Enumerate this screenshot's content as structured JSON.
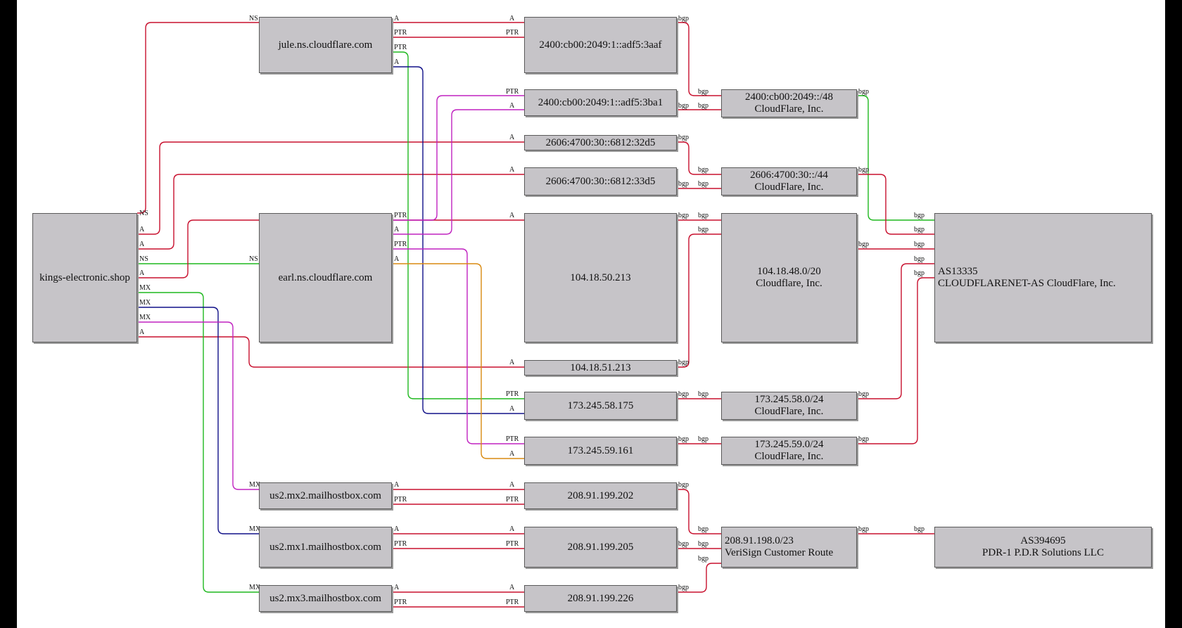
{
  "colors": {
    "red": "#c8102e",
    "green": "#1fb81f",
    "navy": "#101088",
    "magenta": "#c022c0",
    "orange": "#d98a10"
  },
  "nodes": [
    {
      "id": "kings",
      "label": "kings-electronic.shop"
    },
    {
      "id": "jule",
      "label": "jule.ns.cloudflare.com"
    },
    {
      "id": "earl",
      "label": "earl.ns.cloudflare.com"
    },
    {
      "id": "mx2",
      "label": "us2.mx2.mailhostbox.com"
    },
    {
      "id": "mx1",
      "label": "us2.mx1.mailhostbox.com"
    },
    {
      "id": "mx3",
      "label": "us2.mx3.mailhostbox.com"
    },
    {
      "id": "ip6a",
      "label": "2400:cb00:2049:1::adf5:3aaf"
    },
    {
      "id": "ip6b",
      "label": "2400:cb00:2049:1::adf5:3ba1"
    },
    {
      "id": "ip6c",
      "label": "2606:4700:30::6812:32d5"
    },
    {
      "id": "ip6d",
      "label": "2606:4700:30::6812:33d5"
    },
    {
      "id": "ip50",
      "label": "104.18.50.213"
    },
    {
      "id": "ip51",
      "label": "104.18.51.213"
    },
    {
      "id": "ip175",
      "label": "173.245.58.175"
    },
    {
      "id": "ip161",
      "label": "173.245.59.161"
    },
    {
      "id": "ip202",
      "label": "208.91.199.202"
    },
    {
      "id": "ip205",
      "label": "208.91.199.205"
    },
    {
      "id": "ip226",
      "label": "208.91.199.226"
    },
    {
      "id": "net2400",
      "label": "2400:cb00:2049::/48\nCloudFlare, Inc."
    },
    {
      "id": "net2606",
      "label": "2606:4700:30::/44\nCloudFlare, Inc."
    },
    {
      "id": "net104",
      "label": "104.18.48.0/20\nCloudflare, Inc."
    },
    {
      "id": "net173a",
      "label": "173.245.58.0/24\nCloudFlare, Inc."
    },
    {
      "id": "net173b",
      "label": "173.245.59.0/24\nCloudFlare, Inc."
    },
    {
      "id": "net208",
      "label": "208.91.198.0/23\nVeriSign Customer Route"
    },
    {
      "id": "as13335",
      "label": "AS13335\nCLOUDFLARENET-AS CloudFlare, Inc."
    },
    {
      "id": "as394695",
      "label": "AS394695\nPDR-1 P.D.R Solutions LLC"
    }
  ],
  "edges": [
    {
      "from": "kings",
      "to": "jule",
      "color": "red",
      "tail": "NS",
      "head": "NS"
    },
    {
      "from": "kings",
      "to": "earl",
      "color": "green",
      "tail": "NS",
      "head": "NS"
    },
    {
      "from": "kings",
      "to": "ip6c",
      "color": "red",
      "tail": "A",
      "head": "A"
    },
    {
      "from": "kings",
      "to": "ip6d",
      "color": "red",
      "tail": "A",
      "head": "A"
    },
    {
      "from": "kings",
      "to": "ip50",
      "color": "red",
      "tail": "A",
      "head": "A"
    },
    {
      "from": "kings",
      "to": "ip51",
      "color": "red",
      "tail": "A",
      "head": "A"
    },
    {
      "from": "kings",
      "to": "mx3",
      "color": "green",
      "tail": "MX",
      "head": "MX"
    },
    {
      "from": "kings",
      "to": "mx1",
      "color": "navy",
      "tail": "MX",
      "head": "MX"
    },
    {
      "from": "kings",
      "to": "mx2",
      "color": "magenta",
      "tail": "MX",
      "head": "MX"
    },
    {
      "from": "jule",
      "to": "ip6a",
      "color": "red",
      "tail": "A",
      "head": "A"
    },
    {
      "from": "jule",
      "to": "ip6a",
      "color": "red",
      "tail": "PTR",
      "head": "PTR"
    },
    {
      "from": "jule",
      "to": "ip175",
      "color": "green",
      "tail": "PTR",
      "head": "PTR"
    },
    {
      "from": "jule",
      "to": "ip175",
      "color": "navy",
      "tail": "A",
      "head": "A"
    },
    {
      "from": "earl",
      "to": "ip6b",
      "color": "magenta",
      "tail": "PTR",
      "head": "PTR"
    },
    {
      "from": "earl",
      "to": "ip6b",
      "color": "magenta",
      "tail": "A",
      "head": "A"
    },
    {
      "from": "earl",
      "to": "ip161",
      "color": "magenta",
      "tail": "PTR",
      "head": "PTR"
    },
    {
      "from": "earl",
      "to": "ip161",
      "color": "orange",
      "tail": "A",
      "head": "A"
    },
    {
      "from": "mx2",
      "to": "ip202",
      "color": "red",
      "tail": "A",
      "head": "A"
    },
    {
      "from": "mx2",
      "to": "ip202",
      "color": "red",
      "tail": "PTR",
      "head": "PTR"
    },
    {
      "from": "mx1",
      "to": "ip205",
      "color": "red",
      "tail": "A",
      "head": "A"
    },
    {
      "from": "mx1",
      "to": "ip205",
      "color": "red",
      "tail": "PTR",
      "head": "PTR"
    },
    {
      "from": "mx3",
      "to": "ip226",
      "color": "red",
      "tail": "A",
      "head": "A"
    },
    {
      "from": "mx3",
      "to": "ip226",
      "color": "red",
      "tail": "PTR",
      "head": "PTR"
    },
    {
      "from": "ip6a",
      "to": "net2400",
      "color": "red",
      "tail": "bgp",
      "head": "bgp"
    },
    {
      "from": "ip6b",
      "to": "net2400",
      "color": "red",
      "tail": "bgp",
      "head": "bgp"
    },
    {
      "from": "ip6c",
      "to": "net2606",
      "color": "red",
      "tail": "bgp",
      "head": "bgp"
    },
    {
      "from": "ip6d",
      "to": "net2606",
      "color": "red",
      "tail": "bgp",
      "head": "bgp"
    },
    {
      "from": "ip50",
      "to": "net104",
      "color": "red",
      "tail": "bgp",
      "head": "bgp"
    },
    {
      "from": "ip51",
      "to": "net104",
      "color": "red",
      "tail": "bgp",
      "head": "bgp"
    },
    {
      "from": "ip175",
      "to": "net173a",
      "color": "red",
      "tail": "bgp",
      "head": "bgp"
    },
    {
      "from": "ip161",
      "to": "net173b",
      "color": "red",
      "tail": "bgp",
      "head": "bgp"
    },
    {
      "from": "ip202",
      "to": "net208",
      "color": "red",
      "tail": "bgp",
      "head": "bgp"
    },
    {
      "from": "ip205",
      "to": "net208",
      "color": "red",
      "tail": "bgp",
      "head": "bgp"
    },
    {
      "from": "ip226",
      "to": "net208",
      "color": "red",
      "tail": "bgp",
      "head": "bgp"
    },
    {
      "from": "net2400",
      "to": "as13335",
      "color": "green",
      "tail": "bgp",
      "head": "bgp"
    },
    {
      "from": "net2606",
      "to": "as13335",
      "color": "red",
      "tail": "bgp",
      "head": "bgp"
    },
    {
      "from": "net104",
      "to": "as13335",
      "color": "red",
      "tail": "bgp",
      "head": "bgp"
    },
    {
      "from": "net173a",
      "to": "as13335",
      "color": "red",
      "tail": "bgp",
      "head": "bgp"
    },
    {
      "from": "net173b",
      "to": "as13335",
      "color": "red",
      "tail": "bgp",
      "head": "bgp"
    },
    {
      "from": "net208",
      "to": "as394695",
      "color": "red",
      "tail": "bgp",
      "head": "bgp"
    }
  ]
}
